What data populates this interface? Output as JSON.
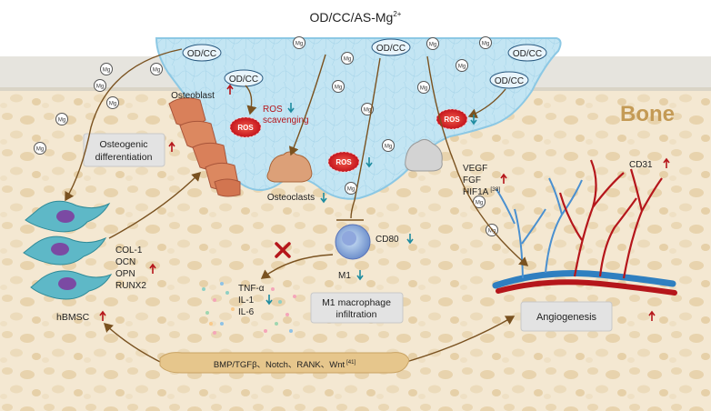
{
  "title": {
    "main": "OD/CC/AS-Mg",
    "superscript": "2+"
  },
  "region_label": "Bone",
  "hydrogel_tags": [
    "OD/CC",
    "OD/CC",
    "OD/CC",
    "OD/CC",
    "OD/CC"
  ],
  "mg_tag": "Mg",
  "ros_tag": "ROS",
  "labels": {
    "osteoblast": "Osteoblast",
    "ros_scavenging_1": "ROS",
    "ros_scavenging_2": "scavenging",
    "osteoclasts": "Osteoclasts",
    "osteogenic_1": "Osteogenic",
    "osteogenic_2": "differentiation",
    "cd80": "CD80",
    "m1": "M1",
    "m1_box_1": "M1 macrophage",
    "m1_box_2": "infiltration",
    "cd31": "CD31",
    "angiogenesis": "Angiogenesis",
    "hbmsc": "hBMSC",
    "pathways": "BMP/TGFβ、Notch、RANK、Wnt",
    "pathways_ref": "[41]"
  },
  "growth_factors": {
    "items": [
      "VEGF",
      "FGF",
      "HIF1A"
    ],
    "ref": "[38]"
  },
  "markers": [
    "COL-1",
    "OCN",
    "OPN",
    "RUNX2"
  ],
  "cytokines": [
    "TNF-α",
    "IL-1",
    "IL-6"
  ],
  "colors": {
    "hydrogel": "#bfe3f2",
    "hydrogel_edge": "#8cc8e4",
    "bone": "#f4e8d2",
    "up_arrow": "#b5161b",
    "down_arrow": "#1f8ca0",
    "bracket": "#7a5220",
    "blood_red": "#b5161b",
    "blood_blue": "#2f7fc0"
  }
}
